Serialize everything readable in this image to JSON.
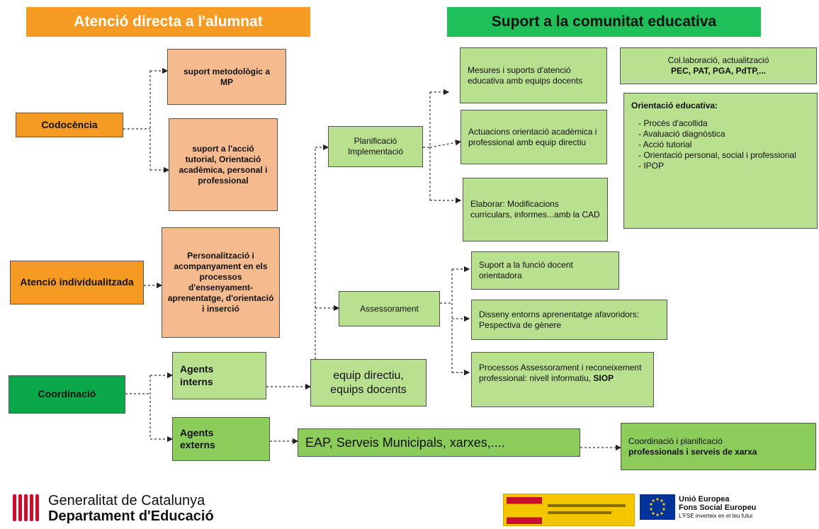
{
  "headers": {
    "left": "Atenció directa a l'alumnat",
    "right": "Suport a la comunitat educativa"
  },
  "left_boxes": {
    "codocencia": "Codocència",
    "suport_metodologic": "suport metodològic a MP",
    "suport_accio": "suport a l'acció tutorial, Orientació acadèmica, personal i professional",
    "atencio_individualitzada": "Atenció individualitzada",
    "personalitzacio": "Personalització i acompanyament en els processos d'ensenyament-aprenentatge, d'orientació i inserció",
    "coordinacio": "Coordinació",
    "agents_interns": "Agents interns",
    "agents_externs": "Agents externs"
  },
  "middle_boxes": {
    "planificacio": "Planificació Implementació",
    "assessorament": "Assessorament",
    "equip_directiu": "equip directiu, equips docents",
    "eap": "EAP, Serveis Municipals, xarxes,...."
  },
  "right_boxes": {
    "mesures": "Mesures i suports d'atenció educativa amb equips docents",
    "actuacions": "Actuacions orientació acadèmica i professional amb equip directiu",
    "elaborar": "Elaborar: Modificacions curriculars, informes...amb la CAD",
    "collaboracio_line1": "Col.laboració, actualització",
    "collaboracio_line2": "PEC, PAT, PGA, PdTP,...",
    "orientacio_title": "Orientació educativa:",
    "orientacio_items": [
      "-  Procés d'acollida",
      "-  Avaluació diagnòstica",
      "-  Acció tutorial",
      "-  Orientació personal, social i professional",
      "-  IPOP"
    ],
    "suport_funcio": "Suport a la funció docent orientadora",
    "disseny": "Disseny entorns aprenentatge afavoridors:  Pespectiva de gènere",
    "processos": "Processos Assessorament i reconeixement professional: nivell informatiu,",
    "processos_bold": "SIOP",
    "coordinacio_plan_line1": "Coordinació  i planificació",
    "coordinacio_plan_line2": "professionals  i serveis de xarxa"
  },
  "footer": {
    "org_line1": "Generalitat de Catalunya",
    "org_line2": "Departament d'Educació",
    "eu_line1": "Unió Europea",
    "eu_line2": "Fons Social Europeu",
    "eu_line3": "L'FSE inverteix en el teu futur"
  },
  "colors": {
    "orange": "#f59a23",
    "peach": "#f5bb8f",
    "light_green": "#b8e08f",
    "mid_green": "#8ccc5a",
    "header_green": "#1fbf5a",
    "coord_green": "#0aa84b",
    "catalonia_red": "#c8102e",
    "spain_yellow": "#f4c600",
    "eu_blue": "#003399"
  }
}
